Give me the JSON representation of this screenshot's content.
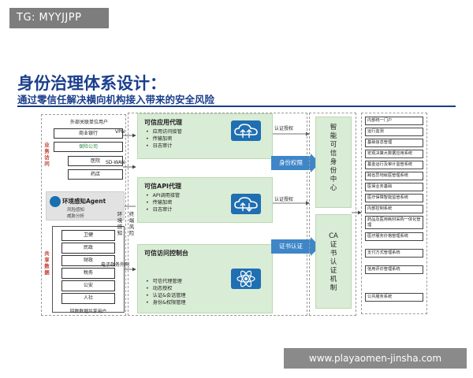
{
  "watermark_top": "TG: MYYJJPP",
  "watermark_bottom": "www.playaomen-jinsha.com",
  "title": "身份治理体系设计：",
  "subtitle": "通过零信任解决横向机构接入带来的安全风险",
  "left": {
    "business_label": "业务访问",
    "data_label": "共享数据",
    "external_header": "外部关联单位用户",
    "external_units": [
      "商业银行",
      "保险公司",
      "医院",
      "药店"
    ],
    "agent_title": "环境感知Agent",
    "agent_items": [
      "风险感知",
      "威胁分析"
    ],
    "gov_units": [
      "卫健",
      "民政",
      "财政",
      "税务",
      "公安",
      "人社"
    ],
    "gov_footer": "回数数据共享用户"
  },
  "lines": {
    "vpn": "VPN",
    "sdwan": "SD-WAN",
    "egov": "电子政务外网",
    "env_perception": "环境感知",
    "terminal_risk": "终端风险"
  },
  "panels": [
    {
      "title": "可信应用代理",
      "items": [
        "应用访问接管",
        "传输加密",
        "日志审计"
      ]
    },
    {
      "title": "可信API代理",
      "items": [
        "API调用接管",
        "传输加密",
        "日志审计"
      ]
    },
    {
      "title": "可信访问控制台",
      "items": [
        "可信代理管理",
        "动态授权",
        "认证&会话管理",
        "身份&权限管理"
      ]
    }
  ],
  "labels": {
    "auth_grant_1": "认证授权",
    "auth_grant_2": "认证授权",
    "identity_permission": "身份权限",
    "cert_auth": "证书认证"
  },
  "right": {
    "identity_center": "智能可信身份中心",
    "ca_center": "CA证书认证机制"
  },
  "systems": [
    "内部统一门户",
    "运行监测",
    "基础信息管理",
    "宏观决策大数据应用系统",
    "基金运行及审计监管系统",
    "跨省异地就医管理系统",
    "医保业务基础",
    "医疗保障智能监管系统",
    "内部控制系统",
    "药品及医用耗材采购一体化管理",
    "医疗服务价格管理系统",
    "支付方式管理系统",
    "信用评价管理系统",
    "公共服务系统"
  ],
  "colors": {
    "title_blue": "#1a3e8c",
    "panel_green": "#d9ecd5",
    "accent_blue": "#3e86c8",
    "icon_blue": "#1f6fb2",
    "red_label": "#c0392b"
  }
}
